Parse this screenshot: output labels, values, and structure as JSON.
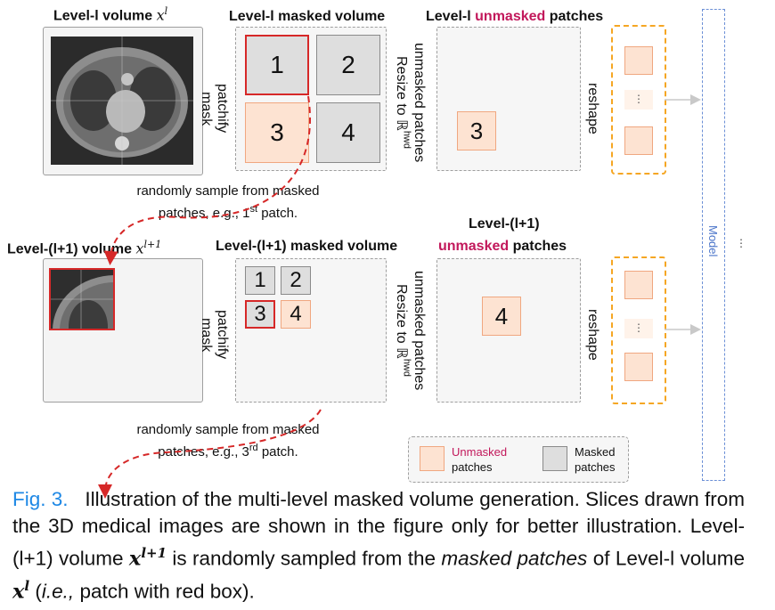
{
  "row1": {
    "volume_header": "Level-l volume",
    "volume_symbol": "x",
    "volume_sup": "l",
    "masked_header": "Level-l masked volume",
    "unmasked_header_prefix": "Level-l",
    "unmasked_header_highlight": "unmasked",
    "unmasked_header_suffix": "patches",
    "patchify_label": "patchify",
    "mask_label": "mask",
    "unmasked_patches_label": "unmasked patches",
    "resize_label": "Resize to ℝ",
    "resize_sup": "hwd",
    "reshape_label": "reshape",
    "patches": [
      "1",
      "2",
      "3",
      "4"
    ],
    "kept_patch": "3"
  },
  "sample_note_1": {
    "line1": "randomly sample from masked",
    "line2_prefix": "patches, e.g., 1",
    "line2_sup": "st",
    "line2_suffix": " patch."
  },
  "row2": {
    "volume_header": "Level-(l+1) volume",
    "volume_symbol": "x",
    "volume_sup": "l+1",
    "masked_header": "Level-(l+1) masked volume",
    "unmasked_header_line1": "Level-(l+1)",
    "unmasked_header_highlight": "unmasked",
    "unmasked_header_suffix": "patches",
    "patchify_label": "patchify",
    "mask_label": "mask",
    "unmasked_patches_label": "unmasked patches",
    "resize_label": "Resize to ℝ",
    "resize_sup": "hwd",
    "reshape_label": "reshape",
    "patches": [
      "1",
      "2",
      "3",
      "4"
    ],
    "kept_patch": "4"
  },
  "sample_note_2": {
    "line1": "randomly sample from masked",
    "line2_prefix": "patches, e.g., 3",
    "line2_sup": "rd",
    "line2_suffix": " patch."
  },
  "stack_dots": "⋮",
  "model_label": "Model",
  "model_dots": "⋮",
  "legend": {
    "unmasked_line1": "Unmasked",
    "unmasked_line2": "patches",
    "masked_line1": "Masked",
    "masked_line2": "patches"
  },
  "colors": {
    "unmasked_fill": "#fde3d2",
    "masked_fill": "#dedede",
    "highlight_pink": "#c2185b",
    "arrow_red": "#d62828",
    "stack_orange": "#f5a623",
    "model_blue": "#6b8fd6",
    "caption_blue": "#1e88e5"
  },
  "caption": {
    "fig_label": "Fig. 3.",
    "part1": "Illustration of the multi-level masked volume generation. Slices drawn from the 3D medical images are shown in the figure only for better illustration. Level-(l+1) volume",
    "math1": "x",
    "math1_sup": "l+1",
    "part2": "is randomly sampled from the",
    "italic": "masked patches",
    "part3": "of Level-l volume",
    "math2": "x",
    "math2_sup": "l",
    "part4_open": "(",
    "part4_italic": "i.e.,",
    "part4_rest": "patch with red box)."
  }
}
